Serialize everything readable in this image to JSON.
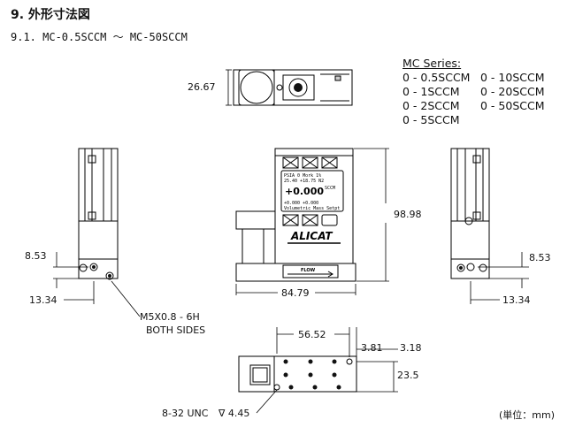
{
  "heading": "9. 外形寸法図",
  "subheading": "9.1. MC-0.5SCCM ～ MC-50SCCM",
  "series": {
    "title": "MC Series:",
    "col1": [
      "0 - 0.5SCCM",
      "0 - 1SCCM",
      "0 - 2SCCM",
      "0 - 5SCCM"
    ],
    "col2": [
      "0 - 10SCCM",
      "0 - 20SCCM",
      "0 - 50SCCM"
    ]
  },
  "dimensions": {
    "top_height": "26.67",
    "front_height": "98.98",
    "front_width": "84.79",
    "left_offset_v": "8.53",
    "left_offset_h": "13.34",
    "right_offset_v": "8.53",
    "right_offset_h": "13.34",
    "bottom_width": "56.52",
    "bottom_small1": "3.81",
    "bottom_small2": "3.18",
    "bottom_height": "23.5"
  },
  "annotations": {
    "thread_side_1": "M5X0.8 - 6H",
    "thread_side_2": "BOTH SIDES",
    "thread_bottom": "8-32 UNC",
    "depth": "∇ 4.45",
    "unit": "(単位：mm)"
  },
  "device": {
    "brand": "ALICAT",
    "flow_label": "FLOW",
    "lcd_line1": "PSIA   0    Mork 1%",
    "lcd_line2": "25.40  +18.75  N2",
    "lcd_main": "+0.000",
    "lcd_unit": "SCCM",
    "lcd_line3": "+0.000   +0.000",
    "lcd_line4": "Volumetric  Mass   Setpt"
  }
}
